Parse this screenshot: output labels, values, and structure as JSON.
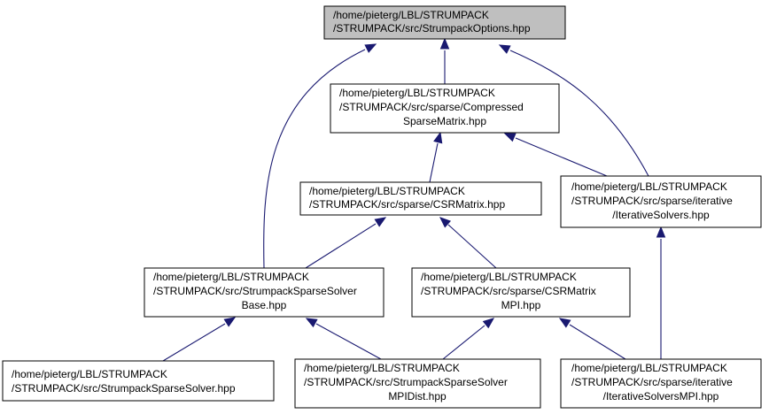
{
  "colors": {
    "edge": "#191970",
    "node_border": "#000000",
    "node_fill": "#ffffff",
    "current_node_fill": "#bfbfbf",
    "background": "#ffffff"
  },
  "nodes": {
    "options": {
      "current": true,
      "lines": [
        "/home/pieterg/LBL/STRUMPACK",
        "/STRUMPACK/src/StrumpackOptions.hpp"
      ]
    },
    "compressed": {
      "lines": [
        "/home/pieterg/LBL/STRUMPACK",
        "/STRUMPACK/src/sparse/Compressed",
        "SparseMatrix.hpp"
      ]
    },
    "csrmatrix": {
      "lines": [
        "/home/pieterg/LBL/STRUMPACK",
        "/STRUMPACK/src/sparse/CSRMatrix.hpp"
      ]
    },
    "iterative": {
      "lines": [
        "/home/pieterg/LBL/STRUMPACK",
        "/STRUMPACK/src/sparse/iterative",
        "/IterativeSolvers.hpp"
      ]
    },
    "solverbase": {
      "lines": [
        "/home/pieterg/LBL/STRUMPACK",
        "/STRUMPACK/src/StrumpackSparseSolver",
        "Base.hpp"
      ]
    },
    "csrmpi": {
      "lines": [
        "/home/pieterg/LBL/STRUMPACK",
        "/STRUMPACK/src/sparse/CSRMatrix",
        "MPI.hpp"
      ]
    },
    "solver": {
      "lines": [
        "/home/pieterg/LBL/STRUMPACK",
        "/STRUMPACK/src/StrumpackSparseSolver.hpp"
      ]
    },
    "mpidist": {
      "lines": [
        "/home/pieterg/LBL/STRUMPACK",
        "/STRUMPACK/src/StrumpackSparseSolver",
        "MPIDist.hpp"
      ]
    },
    "iterativempi": {
      "lines": [
        "/home/pieterg/LBL/STRUMPACK",
        "/STRUMPACK/src/sparse/iterative",
        "/IterativeSolversMPI.hpp"
      ]
    }
  },
  "edges": [
    {
      "from": "compressed",
      "to": "options"
    },
    {
      "from": "solverbase",
      "to": "options"
    },
    {
      "from": "iterative",
      "to": "options"
    },
    {
      "from": "csrmatrix",
      "to": "compressed"
    },
    {
      "from": "iterative",
      "to": "compressed"
    },
    {
      "from": "solverbase",
      "to": "csrmatrix"
    },
    {
      "from": "csrmpi",
      "to": "csrmatrix"
    },
    {
      "from": "iterativempi",
      "to": "iterative"
    },
    {
      "from": "solver",
      "to": "solverbase"
    },
    {
      "from": "mpidist",
      "to": "solverbase"
    },
    {
      "from": "mpidist",
      "to": "csrmpi"
    },
    {
      "from": "iterativempi",
      "to": "csrmpi"
    }
  ]
}
